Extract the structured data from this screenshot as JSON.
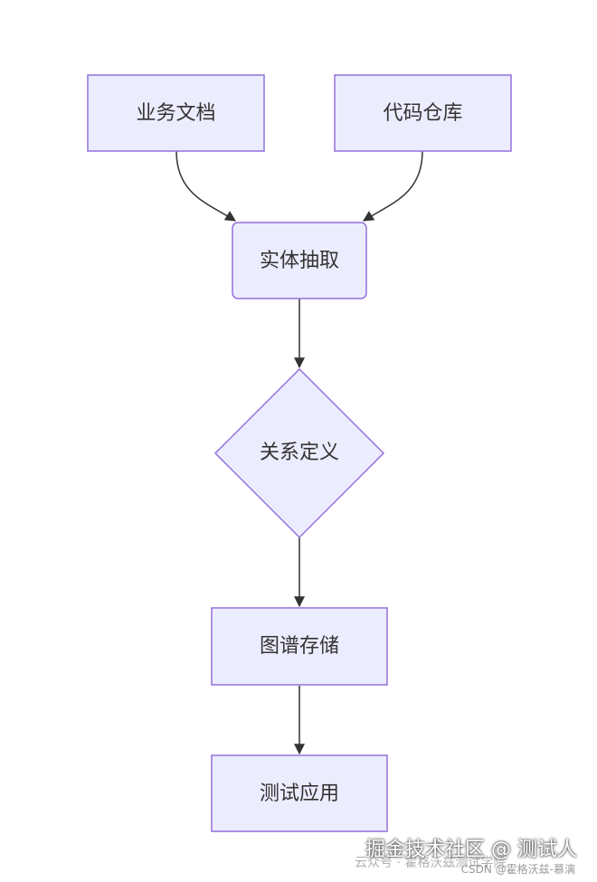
{
  "nodes": {
    "business_docs": "业务文档",
    "code_repo": "代码仓库",
    "entity_extraction": "实体抽取",
    "relation_definition": "关系定义",
    "graph_storage": "图谱存储",
    "test_application": "测试应用"
  },
  "edges": [
    {
      "from": "business_docs",
      "to": "entity_extraction"
    },
    {
      "from": "code_repo",
      "to": "entity_extraction"
    },
    {
      "from": "entity_extraction",
      "to": "relation_definition"
    },
    {
      "from": "relation_definition",
      "to": "graph_storage"
    },
    {
      "from": "graph_storage",
      "to": "test_application"
    }
  ],
  "colors": {
    "node_fill": "#ECECFF",
    "node_stroke": "#9370DB",
    "edge": "#333333",
    "text": "#333333"
  },
  "watermark": {
    "main": "掘金技术社区 @ 测试人",
    "sub_left": "云众号 · 霍格沃兹测试学院",
    "sub": "CSDN @霍格沃兹-慕漓"
  }
}
